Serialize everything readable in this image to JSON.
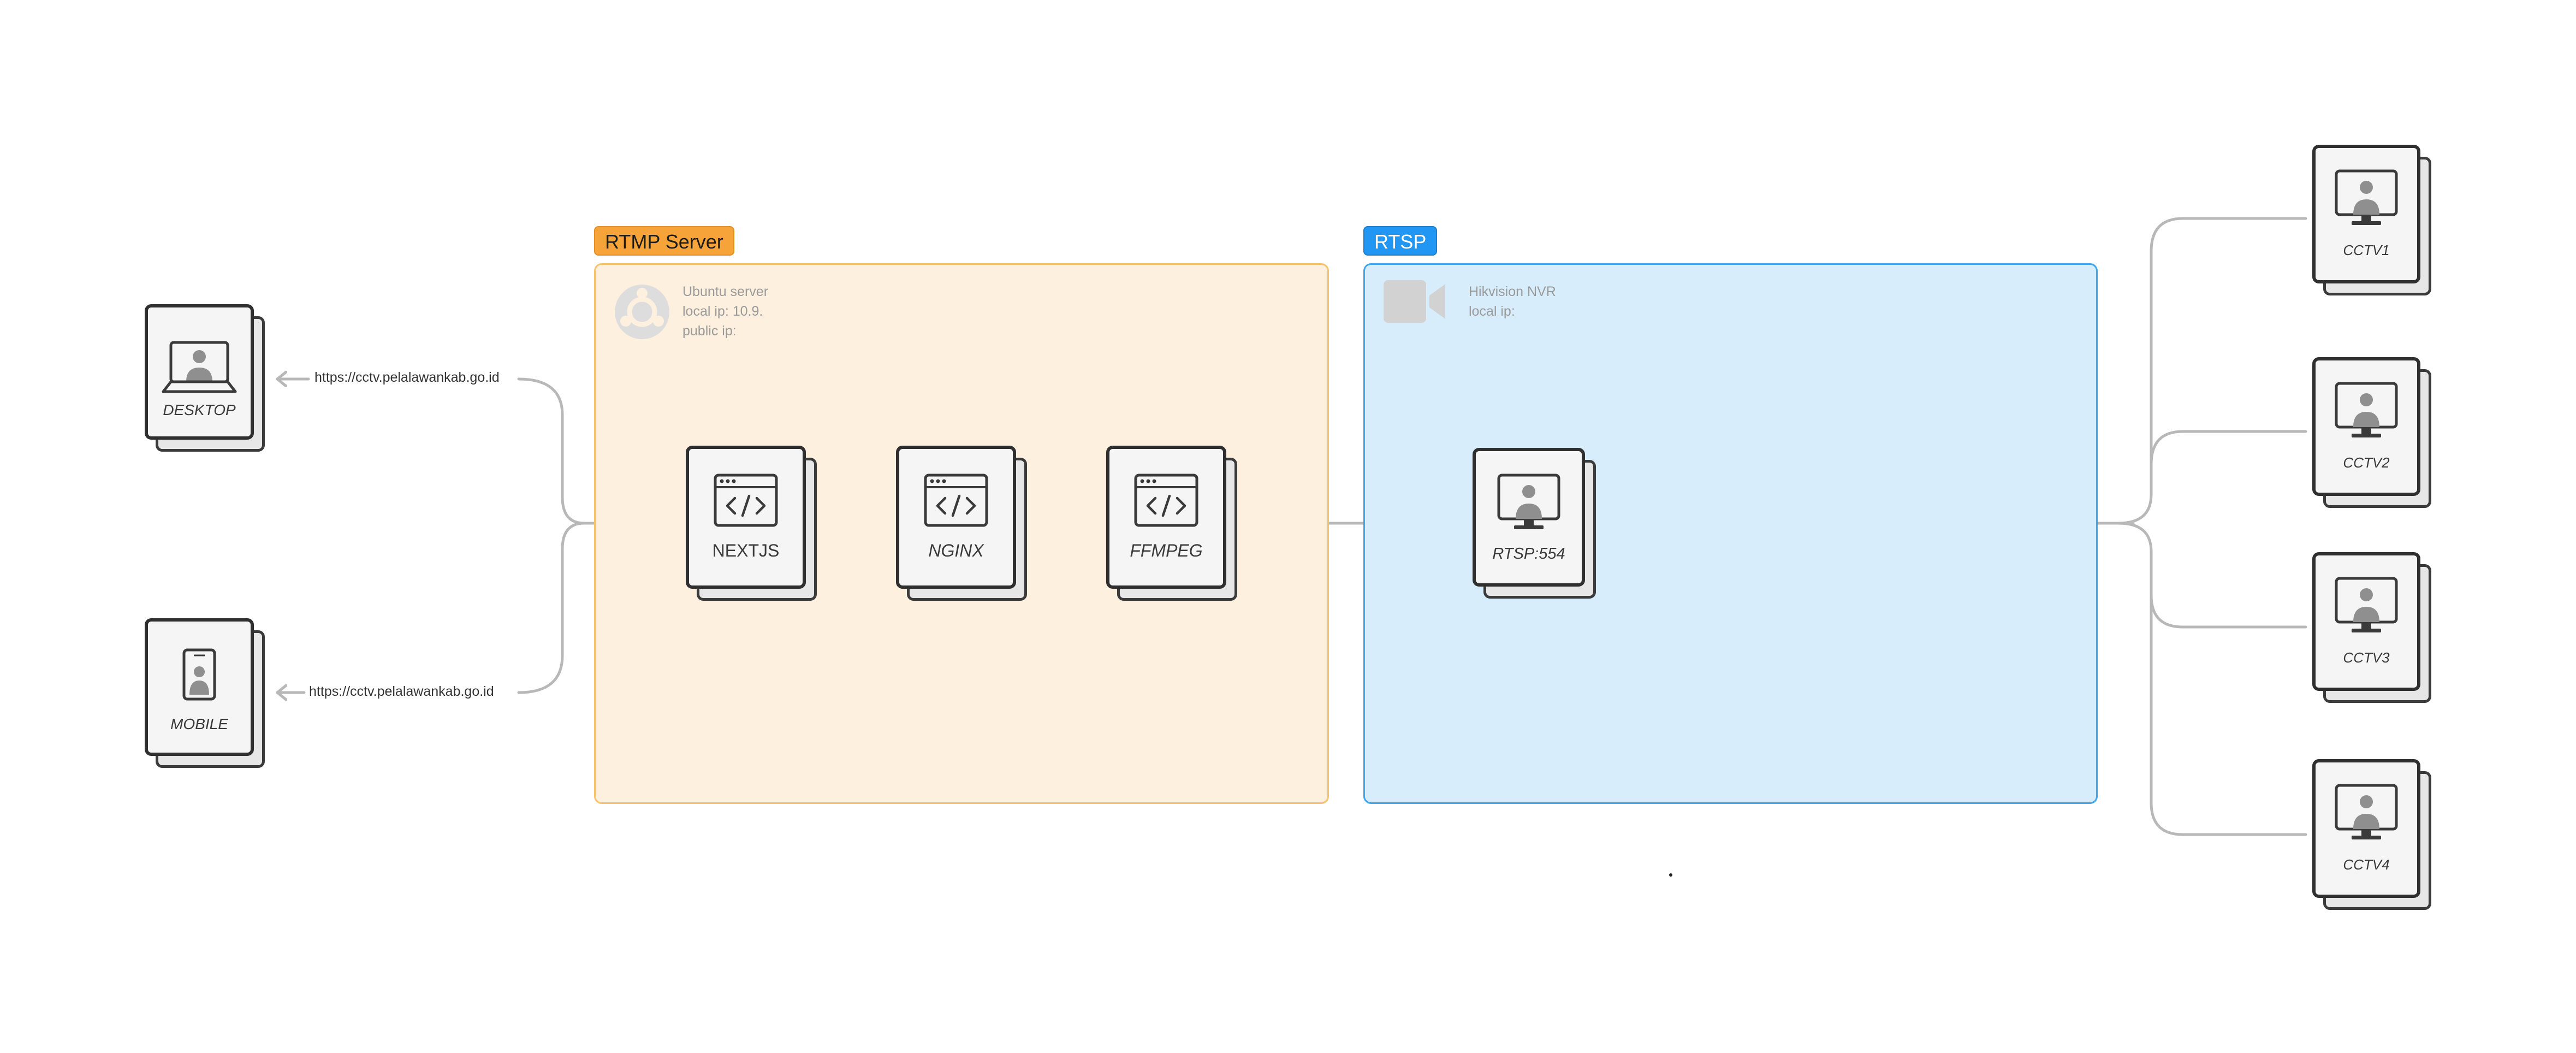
{
  "groups": {
    "rtmp": {
      "tag": "RTMP Server",
      "info": [
        "Ubuntu server",
        "local ip: 10.9.",
        "public ip:"
      ],
      "icon": "ubuntu-logo-icon",
      "fill": "#fdf0de",
      "stroke": "#f6c36c",
      "tag_color": "#f6a43a"
    },
    "rtsp": {
      "tag": "RTSP",
      "info": [
        "Hikvision NVR",
        "local ip:"
      ],
      "icon": "video-camera-icon",
      "fill": "#d8edfb",
      "stroke": "#3fa6ef",
      "tag_color": "#2196f3"
    }
  },
  "clients": {
    "desktop": {
      "label": "DESKTOP",
      "icon": "laptop-user-icon",
      "url": "https://cctv.pelalawankab.go.id"
    },
    "mobile": {
      "label": "MOBILE",
      "icon": "phone-user-icon",
      "url": "https://cctv.pelalawankab.go.id"
    }
  },
  "services": {
    "nextjs": {
      "label": "NEXTJS",
      "icon": "code-window-icon"
    },
    "nginx": {
      "label": "NGINX",
      "icon": "code-window-icon"
    },
    "ffmpeg": {
      "label": "FFMPEG",
      "icon": "code-window-icon"
    },
    "rtsp": {
      "label": "RTSP:554",
      "icon": "monitor-user-icon"
    }
  },
  "cameras": [
    {
      "label": "CCTV1",
      "icon": "monitor-user-icon"
    },
    {
      "label": "CCTV2",
      "icon": "monitor-user-icon"
    },
    {
      "label": "CCTV3",
      "icon": "monitor-user-icon"
    },
    {
      "label": "CCTV4",
      "icon": "monitor-user-icon"
    }
  ],
  "connector_color": "#b8b8b8"
}
